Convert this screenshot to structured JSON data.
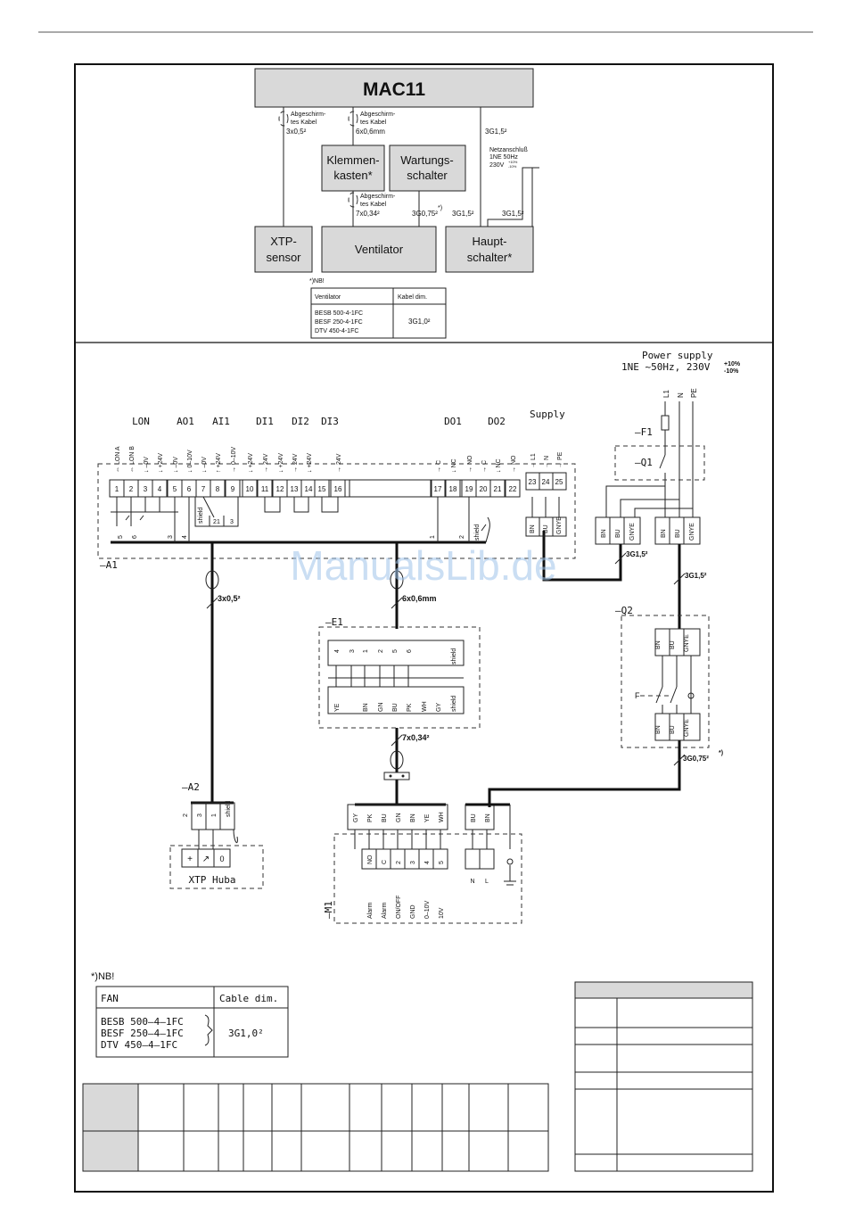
{
  "watermark": "ManualsLib.de",
  "block": {
    "mac11": "MAC11",
    "klemmen": [
      "Klemmen-",
      "kasten*"
    ],
    "wartung": [
      "Wartungs-",
      "schalter"
    ],
    "xtp": [
      "XTP-",
      "sensor"
    ],
    "ventilator": "Ventilator",
    "haupt": [
      "Haupt-",
      "schalter*"
    ],
    "cable1": [
      "Abgeschirm-",
      "tes Kabel",
      "3x0,5²"
    ],
    "cable2": [
      "Abgeschirm-",
      "tes Kabel",
      "6x0,6mm"
    ],
    "cable3": [
      "Abgeschirm-",
      "tes Kabel",
      "7x0,34²"
    ],
    "mac_haupt": "3G1,5²",
    "netz": [
      "Netzanschluß",
      "1NE 50Hz",
      "230V"
    ],
    "netz_tol": [
      "+10%",
      "-10%"
    ],
    "vent_cable": "3G0,75²",
    "vent_star": "*)",
    "haupt_vent": "3G1,5²",
    "haupt_netz": "3G1,5²",
    "nb": "*)NB!",
    "table_head": [
      "Ventilator",
      "Kabel dim."
    ],
    "table_rows": [
      "BESB 500-4-1FC",
      "BESF 250-4-1FC",
      "DTV  450-4-1FC"
    ],
    "table_dim": "3G1,0²"
  },
  "schematic": {
    "power_supply": "Power supply",
    "power_spec": "1NE ~50Hz, 230V",
    "power_tol": [
      "+10%",
      "-10%"
    ],
    "line_labels": [
      "L1",
      "N",
      "PE"
    ],
    "f1": "–F1",
    "q1": "–Q1",
    "q2": "–Q2",
    "a1": "–A1",
    "a2": "–A2",
    "e1": "–E1",
    "m1": "–M1",
    "f_label": "F",
    "supply": "Supply",
    "groups": [
      "LON",
      "AO1",
      "AI1",
      "DI1",
      "DI2",
      "DI3",
      "DO1",
      "DO2"
    ],
    "signals": [
      "⇔ LON A",
      "⇔ LON B",
      "↓ –0V",
      "↓ +24V",
      "↓ –0V",
      "↓ 0–10V",
      "↓ –0V",
      "↑ +24V",
      "→ 0–10V",
      "↓ +24V",
      "→ 24V",
      "↓ +24V",
      "→ 24V",
      "↓ +24V",
      "→ 24V",
      "→ C",
      "↓ NC",
      "→ NO",
      "→ C",
      "↓ NC",
      "→ NO"
    ],
    "terminals": [
      "1",
      "2",
      "3",
      "4",
      "5",
      "6",
      "7",
      "8",
      "9",
      "10",
      "11",
      "12",
      "13",
      "14",
      "15",
      "16",
      "17",
      "18",
      "19",
      "20",
      "21",
      "22"
    ],
    "supply_signals": [
      "→ L1",
      "→ N",
      "→ PE"
    ],
    "supply_terms": [
      "23",
      "24",
      "25"
    ],
    "supply_wires": [
      "BN",
      "BU",
      "GNYE"
    ],
    "lower_a1": [
      "5",
      "6",
      "3",
      "4",
      "1",
      "2"
    ],
    "shield": "shield",
    "a1_sub": [
      "1",
      "2",
      "3"
    ],
    "cable_a2": "3x0,5²",
    "cable_e1": "6x0,6mm",
    "cable_e1_m1": "7x0,34²",
    "cable_q1": "3G1,5²",
    "cable_q2": "3G1,5²",
    "cable_m1": "3G0,75²",
    "cable_m1_star": "*)",
    "q1_wires": [
      "BN",
      "BU",
      "GNYE",
      "BN",
      "BU",
      "GNYE"
    ],
    "q2_wires_top": [
      "BN",
      "BU",
      "GNYE"
    ],
    "q2_wires_bot": [
      "BN",
      "BU",
      "GNYE"
    ],
    "e1_top": [
      "4",
      "3",
      "1",
      "2",
      "5",
      "6",
      "shield"
    ],
    "e1_bottom": [
      "YE",
      "BN",
      "GN",
      "BU",
      "PK",
      "WH",
      "GY",
      "shield"
    ],
    "a2_terms": [
      "2",
      "3",
      "1",
      "shield"
    ],
    "xtp_name": "XTP Huba",
    "xtp_symbols": [
      "+",
      "↗",
      "0"
    ],
    "m1_wires": [
      "GY",
      "PK",
      "BU",
      "GN",
      "BN",
      "YE",
      "WH"
    ],
    "m1_power_wires": [
      "BU",
      "BN"
    ],
    "m1_terms": [
      "NO",
      "C",
      "2",
      "3",
      "4",
      "5"
    ],
    "m1_labels": [
      "Alarm",
      "Alarm",
      "ON/OFF",
      "GND",
      "0–10V",
      "10V"
    ],
    "m1_power_labels": [
      "N",
      "L"
    ]
  },
  "footnote": {
    "nb": "*)NB!",
    "head": [
      "FAN",
      "Cable dim."
    ],
    "rows": [
      "BESB  500–4–1FC",
      "BESF  250–4–1FC",
      "DTV   450–4–1FC"
    ],
    "dim": "3G1,0²"
  }
}
